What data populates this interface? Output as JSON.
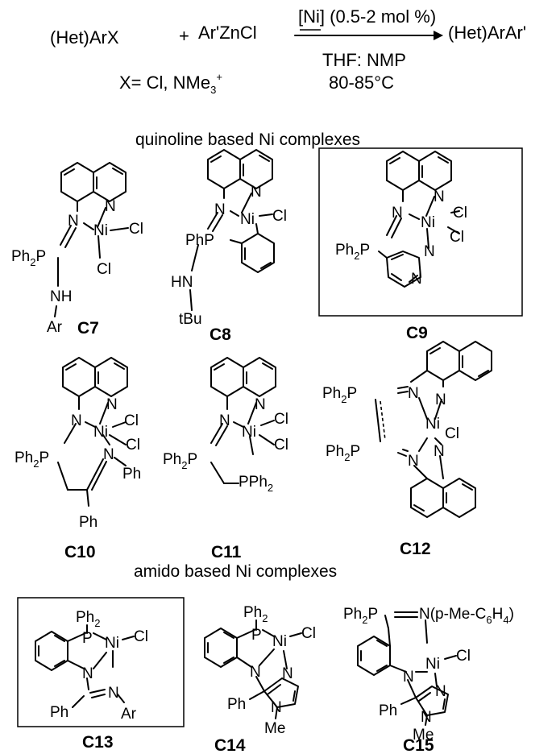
{
  "reaction": {
    "reactant1": "(Het)ArX",
    "plus": "+",
    "reactant2": "Ar'ZnCl",
    "catalyst": "[Ni] (0.5-2 mol %)",
    "product": "(Het)ArAr'",
    "solvent": "THF: NMP",
    "temperature": "80-85°C",
    "x_def": "X= Cl, NMe",
    "x_def_sub": "3",
    "x_def_sup": "+"
  },
  "sections": {
    "quinoline": "quinoline based Ni complexes",
    "amido": "amido based Ni complexes"
  },
  "compounds": {
    "C7": {
      "id": "C7",
      "atoms": {
        "N1": "N",
        "N2": "N",
        "Ni": "Ni",
        "Cl1": "Cl",
        "Cl2": "Cl",
        "P": "Ph",
        "Psub": "2",
        "Pp": "P",
        "NH": "NH",
        "Ar": "Ar"
      }
    },
    "C8": {
      "id": "C8",
      "atoms": {
        "N1": "N",
        "N2": "N",
        "Ni": "Ni",
        "Cl": "Cl",
        "PhP": "PhP",
        "HN": "HN",
        "tBu": "tBu"
      }
    },
    "C9": {
      "id": "C9",
      "atoms": {
        "N1": "N",
        "N2": "N",
        "N3": "N",
        "N4": "N",
        "Ni": "Ni",
        "Cl1": "Cl",
        "Cl2": "Cl",
        "P": "Ph",
        "Psub": "2",
        "Pp": "P"
      }
    },
    "C10": {
      "id": "C10",
      "atoms": {
        "N1": "N",
        "N2": "N",
        "N3": "N",
        "Ni": "Ni",
        "Cl1": "Cl",
        "Cl2": "Cl",
        "P": "Ph",
        "Psub": "2",
        "Pp": "P",
        "Ph1": "Ph",
        "Ph2": "Ph"
      }
    },
    "C11": {
      "id": "C11",
      "atoms": {
        "N1": "N",
        "N2": "N",
        "Ni": "Ni",
        "Cl1": "Cl",
        "Cl2": "Cl",
        "P": "Ph",
        "Psub": "2",
        "Pp": "P",
        "PPh": "PPh",
        "PPhsub": "2"
      }
    },
    "C12": {
      "id": "C12",
      "atoms": {
        "P1": "Ph",
        "P1sub": "2",
        "P1p": "P",
        "N1": "N",
        "N2": "N",
        "P2": "Ph",
        "P2sub": "2",
        "P2p": "P",
        "N3": "N",
        "N4": "N",
        "Ni": "Ni",
        "Cl": "Cl"
      }
    },
    "C13": {
      "id": "C13",
      "atoms": {
        "Ph2": "Ph",
        "Ph2sub": "2",
        "P": "P",
        "Ni": "Ni",
        "Cl": "Cl",
        "N1": "N",
        "N2": "N",
        "Ph": "Ph",
        "Ar": "Ar"
      }
    },
    "C14": {
      "id": "C14",
      "atoms": {
        "Ph2": "Ph",
        "Ph2sub": "2",
        "P": "P",
        "Ni": "Ni",
        "Cl": "Cl",
        "N1": "N",
        "N2": "N",
        "N3": "N",
        "Ph": "Ph",
        "Me": "Me"
      }
    },
    "C15": {
      "id": "C15",
      "atoms": {
        "PhP": "Ph",
        "PhPsub": "2",
        "PhPp": "P",
        "Nimine": "N(p-Me-C",
        "Nsub": "6",
        "Nrest": "H",
        "Nsub2": "4",
        "Nclose": ")",
        "Ni": "Ni",
        "Cl": "Cl",
        "N1": "N",
        "N2": "N",
        "N3": "N",
        "Ph": "Ph",
        "Me": "Me"
      }
    }
  }
}
